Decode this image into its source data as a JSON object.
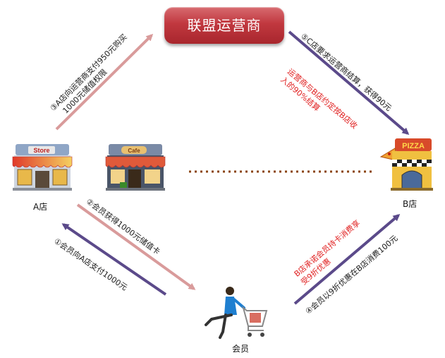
{
  "operator": {
    "label": "联盟运营商"
  },
  "nodes": {
    "store_a": {
      "label": "A店",
      "sign": "Store"
    },
    "cafe": {
      "sign": "Cafe"
    },
    "store_b": {
      "label": "B店",
      "sign": "PIZZA"
    },
    "member": {
      "label": "会员"
    }
  },
  "steps": {
    "s1": "①会员向A店支付1000元",
    "s2": "②会员获得1000元储值卡",
    "s3_line1": "③A店向运营商支付950元购买",
    "s3_line2": "1000元储值权限",
    "s4": "④会员以9折优惠在B店消费100元",
    "s5": "⑤C店要求运营商结算，获得90元"
  },
  "notes": {
    "b_promise_line1": "B店承诺会员持卡消费享",
    "b_promise_line2": "受9折优惠",
    "operator_agreement_line1": "运营商与B店约定按B店收",
    "operator_agreement_line2": "入的90%结算"
  },
  "colors": {
    "purple_arrow": "#5b4a8a",
    "pink_arrow": "#d99b9b",
    "dotted_link": "#8b4513",
    "operator_red": "#c1383f",
    "note_red": "#e02020"
  }
}
